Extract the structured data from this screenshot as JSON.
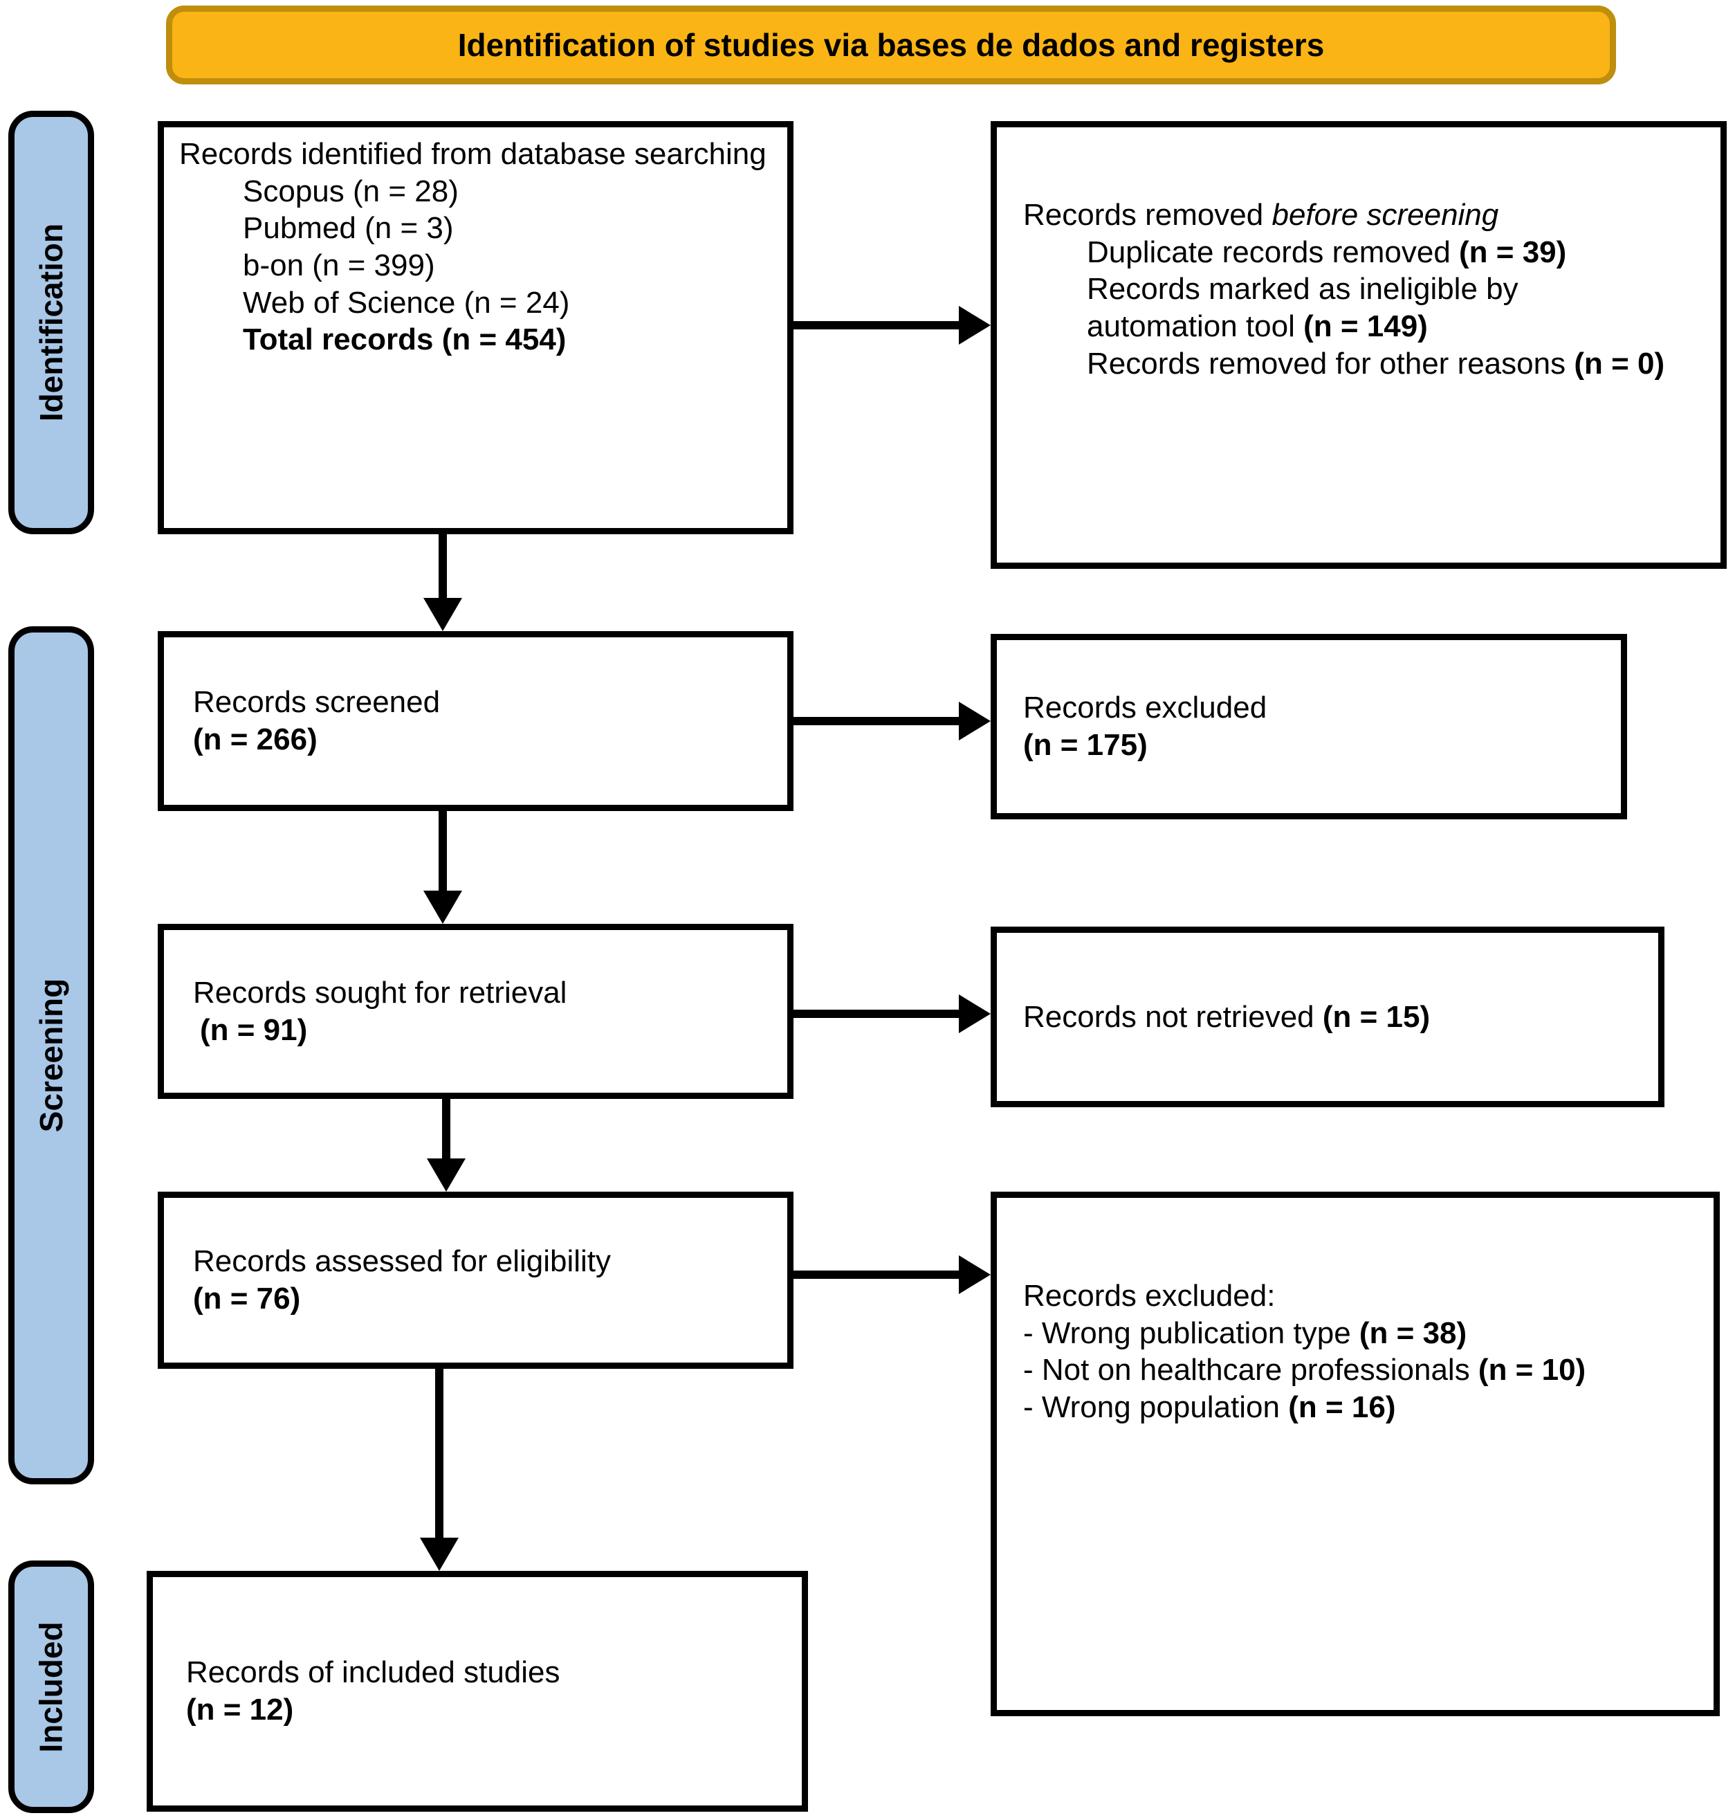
{
  "title": "Identification of studies via bases de dados and registers",
  "stages": {
    "identification": "Identification",
    "screening": "Screening",
    "included": "Included"
  },
  "colors": {
    "banner_fill": "#FBB415",
    "banner_border": "#BE8E0C",
    "stage_fill": "#A9C7E7",
    "box_border": "#000000",
    "background": "#FFFFFF"
  },
  "boxes": {
    "identified": {
      "intro": "Records identified from database searching",
      "sources": [
        "Scopus (n = 28)",
        "Pubmed (n = 3)",
        "b-on (n = 399)",
        "Web of Science (n = 24)"
      ],
      "total": "Total records (n = 454)"
    },
    "removed": {
      "pre": "Records removed ",
      "italic": "before screening",
      "items": [
        {
          "text": "Duplicate records removed ",
          "n": "(n = 39)"
        },
        {
          "text": "Records marked as ineligible by automation tool ",
          "n": "(n = 149)"
        },
        {
          "text": "Records removed for other reasons ",
          "n": "(n = 0)"
        }
      ]
    },
    "screened": {
      "text": "Records screened",
      "n": "(n = 266)"
    },
    "excluded": {
      "text": "Records excluded",
      "n": "(n = 175)"
    },
    "sought": {
      "text": "Records sought for retrieval",
      "n": "(n = 91)"
    },
    "not_retrieved": {
      "text": "Records not retrieved ",
      "n": "(n = 15)"
    },
    "assessed": {
      "text": "Records assessed for eligibility",
      "n": "(n = 76)"
    },
    "excluded_reasons": {
      "header": "Records excluded:",
      "items": [
        {
          "text": "- Wrong publication type ",
          "n": "(n = 38)"
        },
        {
          "text": "- Not on healthcare professionals ",
          "n": "(n = 10)"
        },
        {
          "text": "- Wrong population ",
          "n": "(n = 16)"
        }
      ]
    },
    "included": {
      "text": "Records of included studies",
      "n": "(n = 12)"
    }
  }
}
